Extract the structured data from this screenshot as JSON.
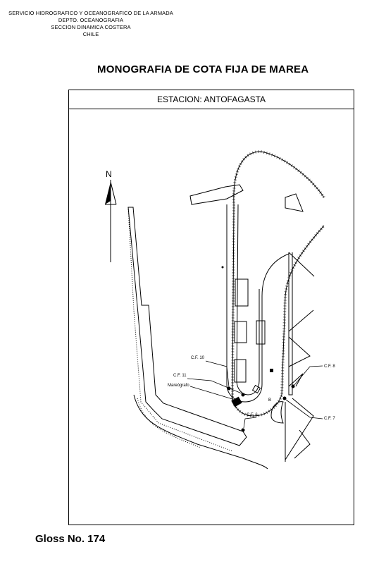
{
  "header": {
    "line1": "SERVICIO HIDROGRAFICO Y OCEANOGRAFICO DE LA ARMADA",
    "line2": "DEPTO. OCEANOGRAFIA",
    "line3": "SECCION DINAMICA COSTERA",
    "line4": "CHILE"
  },
  "title": "MONOGRAFIA DE COTA FIJA DE MAREA",
  "station": "ESTACION: ANTOFAGASTA",
  "map": {
    "north_label": "N",
    "labels": {
      "cf10": "C.F. 10",
      "cf11": "C.F. 11",
      "mareografo": "Mareógrafo",
      "cf6": "C.F. 6",
      "cf7": "C.F. 7",
      "cf8": "C.F. 8",
      "b": "B"
    }
  },
  "footer": "Gloss No. 174"
}
